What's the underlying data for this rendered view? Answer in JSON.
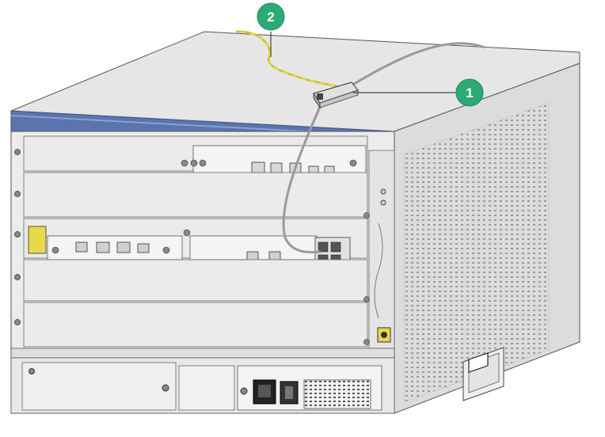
{
  "callouts": [
    {
      "id": "1",
      "label": "1"
    },
    {
      "id": "2",
      "label": "2"
    }
  ],
  "colors": {
    "chassis_top": "#e6e6e6",
    "chassis_side": "#dcdcdc",
    "front_panel": "#ececec",
    "blue_band": "#5b74ad",
    "callout_green": "#2bab73",
    "ground_wire_yellow": "#e8d24a",
    "ground_wire_green": "#8cc63e",
    "fiber_gray": "#9a9a9a"
  },
  "icons": {
    "callout_marker": "green-circle",
    "grounding_cable": "yellow-green-wire",
    "fiber_cable": "gray-fiber"
  }
}
